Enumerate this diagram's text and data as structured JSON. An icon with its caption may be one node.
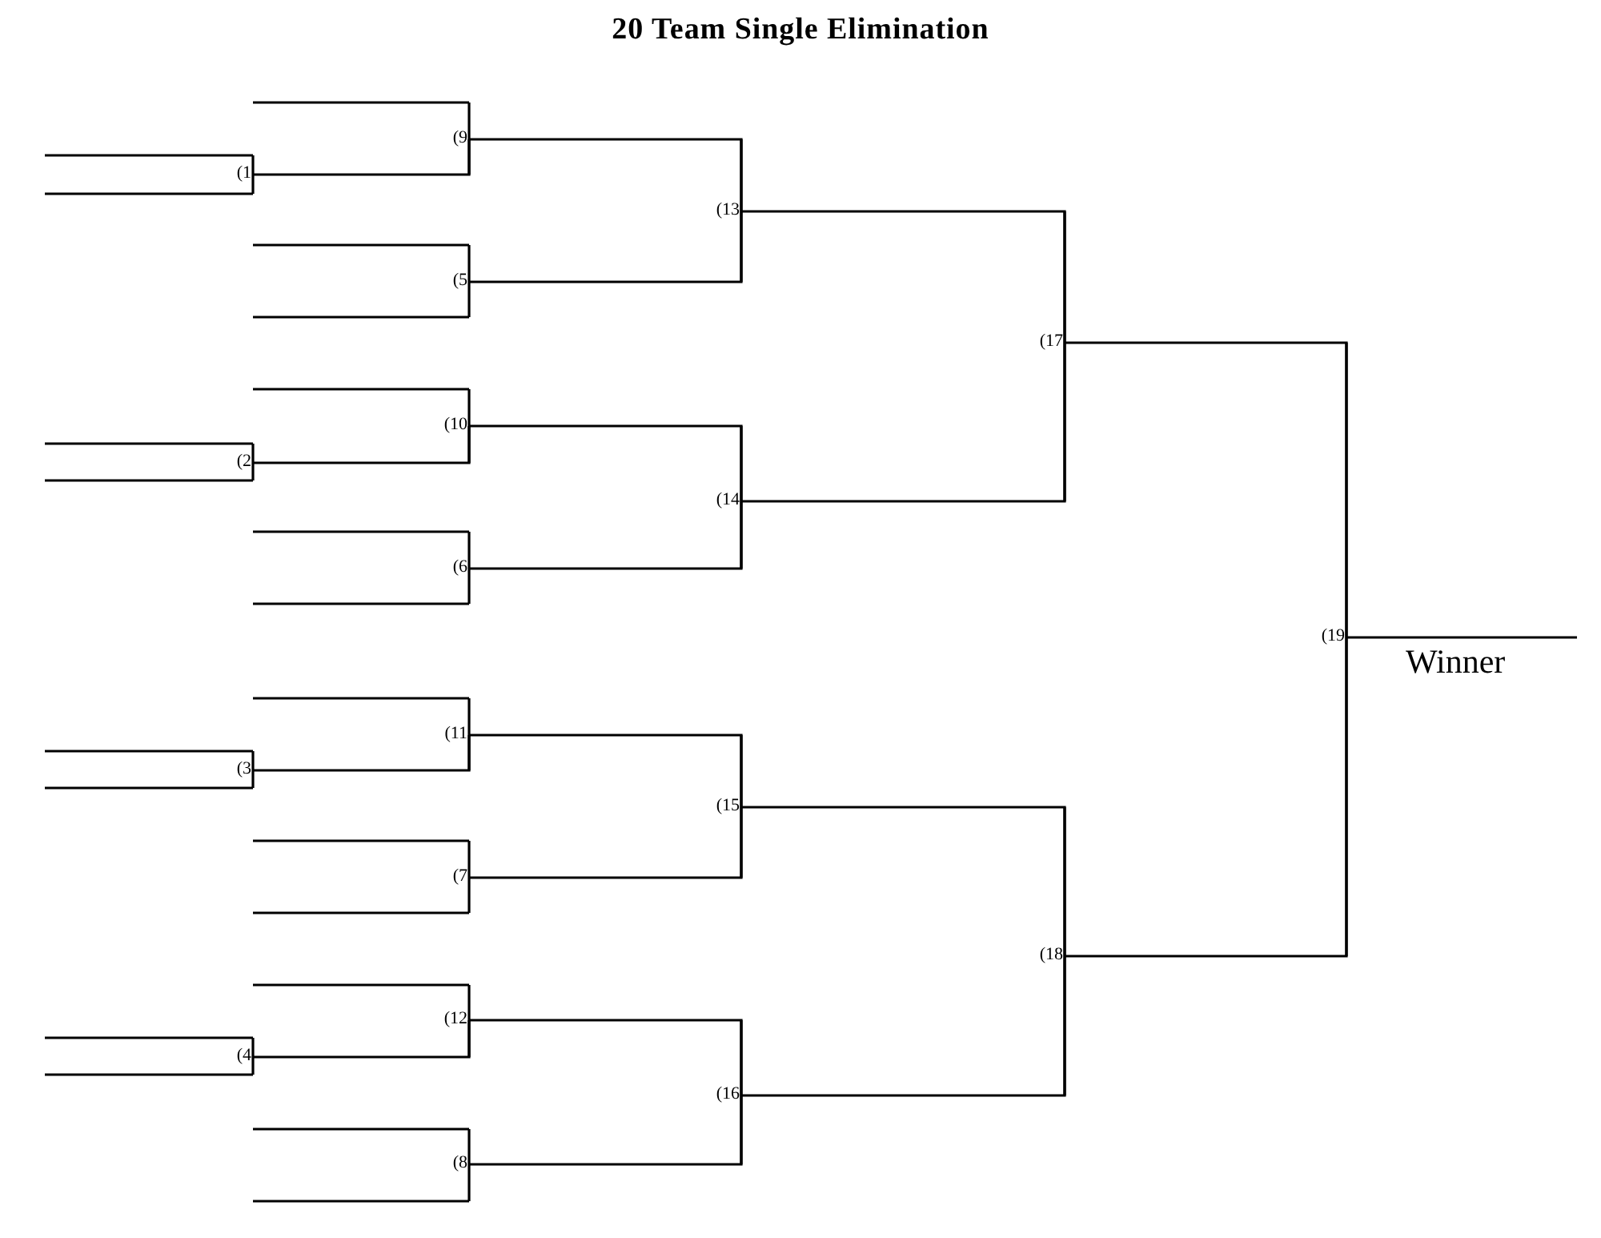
{
  "diagram": {
    "title": "20 Team Single Elimination",
    "nodes": [
      {
        "text": [
          "(1"
        ]
      },
      {
        "text": [
          "(2"
        ]
      },
      {
        "text": [
          "(3"
        ]
      },
      {
        "text": [
          "(4"
        ]
      },
      {
        "text": [
          "(5"
        ]
      },
      {
        "text": [
          "(6"
        ]
      },
      {
        "text": [
          "(7"
        ]
      },
      {
        "text": [
          "(8"
        ]
      },
      {
        "text": [
          "(9"
        ]
      },
      {
        "text": [
          "(10"
        ]
      },
      {
        "text": [
          "(11"
        ]
      },
      {
        "text": [
          "(12"
        ]
      },
      {
        "text": [
          "(13"
        ]
      },
      {
        "text": [
          "(14"
        ]
      },
      {
        "text": [
          "(15"
        ]
      },
      {
        "text": [
          "(16"
        ]
      },
      {
        "text": [
          "(17"
        ]
      },
      {
        "text": [
          "(18"
        ]
      },
      {
        "text": [
          "(19"
        ]
      }
    ],
    "edges": [
      {
        "from": 0,
        "to": 8,
        "arrow": "none"
      },
      {
        "from": 1,
        "to": 9,
        "arrow": "none"
      },
      {
        "from": 2,
        "to": 10,
        "arrow": "none"
      },
      {
        "from": 3,
        "to": 11,
        "arrow": "none"
      },
      {
        "from": 8,
        "to": 12,
        "arrow": "none"
      },
      {
        "from": 4,
        "to": 12,
        "arrow": "none"
      },
      {
        "from": 9,
        "to": 13,
        "arrow": "none"
      },
      {
        "from": 5,
        "to": 13,
        "arrow": "none"
      },
      {
        "from": 10,
        "to": 14,
        "arrow": "none"
      },
      {
        "from": 6,
        "to": 14,
        "arrow": "none"
      },
      {
        "from": 11,
        "to": 15,
        "arrow": "none"
      },
      {
        "from": 7,
        "to": 15,
        "arrow": "none"
      },
      {
        "from": 12,
        "to": 16,
        "arrow": "none"
      },
      {
        "from": 13,
        "to": 16,
        "arrow": "none"
      },
      {
        "from": 14,
        "to": 17,
        "arrow": "none"
      },
      {
        "from": 15,
        "to": 17,
        "arrow": "none"
      },
      {
        "from": 16,
        "to": 18,
        "arrow": "none"
      },
      {
        "from": 17,
        "to": 18,
        "arrow": "none"
      },
      {
        "from": 18,
        "to": null,
        "arrow": "none"
      }
    ],
    "labels": [
      "Winner"
    ]
  }
}
